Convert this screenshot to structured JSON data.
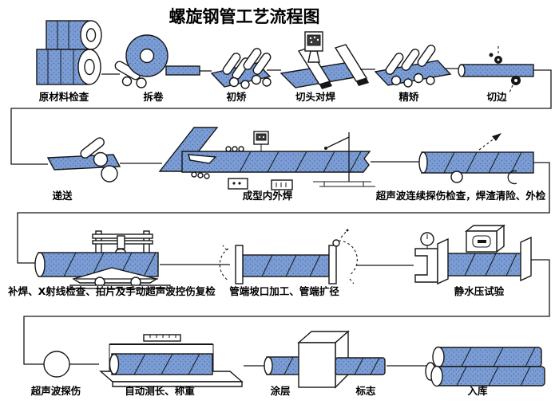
{
  "title": "螺旋钢管工艺流程图",
  "colors": {
    "steel": "#7b9dd4",
    "steel_dot": "#4e6fae",
    "outline": "#161616",
    "background": "#ffffff"
  },
  "stages": {
    "raw_material_inspection": "原材料检查",
    "uncoiling": "拆卷",
    "initial_straightening": "初矫",
    "head_cut_butt_weld": "切头对焊",
    "fine_straightening": "精矫",
    "edge_trimming": "切边",
    "feeding": "递送",
    "forming_inner_outer_welding": "成型内外焊",
    "ultrasonic_continuous_inspection": "超声波连续探伤检查，焊渣清险、外检",
    "repair_weld_xray_recheck": "补焊、X射线检查、拍片及手动超声波控伤复检",
    "pipe_end_beveling_expanding": "管端坡口加工、管端扩径",
    "hydrostatic_test": "静水压试验",
    "ultrasonic_flaw_detection": "超声波探伤",
    "auto_length_weighing": "自动测长、称重",
    "coating": "涂层",
    "marking": "标志",
    "warehousing": "入库"
  },
  "flow_order": [
    "raw_material_inspection",
    "uncoiling",
    "initial_straightening",
    "head_cut_butt_weld",
    "fine_straightening",
    "edge_trimming",
    "feeding",
    "forming_inner_outer_welding",
    "ultrasonic_continuous_inspection",
    "repair_weld_xray_recheck",
    "pipe_end_beveling_expanding",
    "hydrostatic_test",
    "ultrasonic_flaw_detection",
    "auto_length_weighing",
    "coating",
    "marking",
    "warehousing"
  ]
}
